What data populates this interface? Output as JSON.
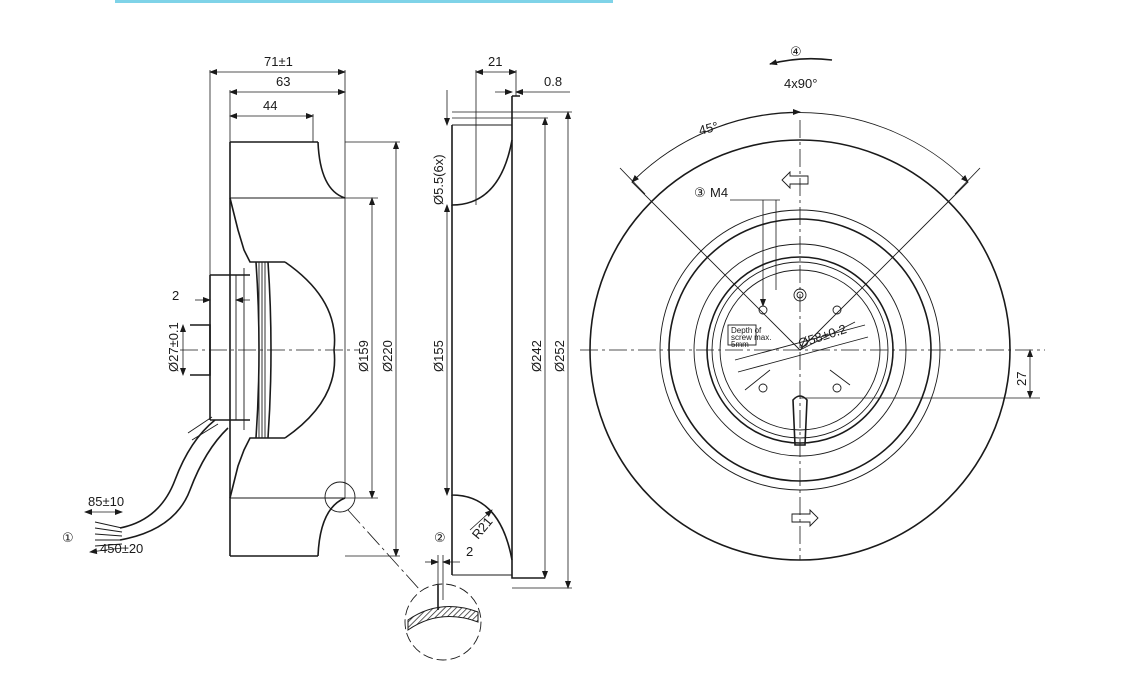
{
  "title_bar_color": "#7fd3e8",
  "side_view": {
    "dim_overall_length": "71±1",
    "dim_63": "63",
    "dim_44": "44",
    "dim_2": "2",
    "dim_hub": "Ø27±0.1",
    "dim_159": "Ø159",
    "dim_220": "Ø220",
    "cable_short": "85±10",
    "cable_long": "450±20",
    "note_1": "①"
  },
  "section_view": {
    "dim_21": "21",
    "dim_0_8": "0.8",
    "dim_holes": "Ø5.5(6x)",
    "dim_155": "Ø155",
    "dim_242": "Ø242",
    "dim_252": "Ø252",
    "dim_r21": "R21",
    "note_2": "②",
    "dim_2b": "2"
  },
  "front_view": {
    "note_4": "④",
    "dim_4x90": "4x90°",
    "dim_45": "45°",
    "note_3": "③",
    "dim_m4": "M4",
    "dim_58": "Ø58±0.2",
    "dim_27": "27",
    "screw_note_1": "Depth of",
    "screw_note_2": "screw max.",
    "screw_note_3": "5mm"
  }
}
